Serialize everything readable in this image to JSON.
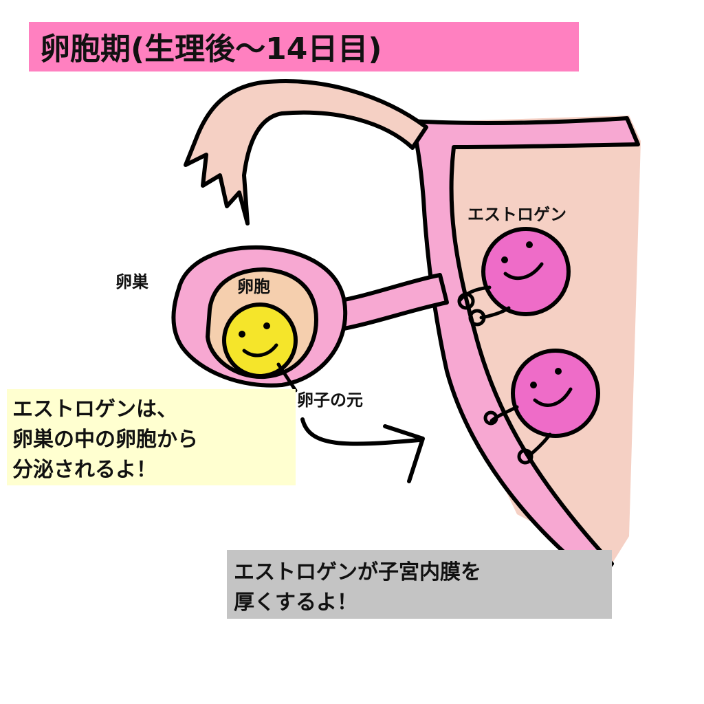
{
  "title": "卵胞期(生理後〜14日目)",
  "labels": {
    "ovary": "卵巣",
    "follicle": "卵胞",
    "egg_origin": "卵子の元",
    "estrogen": "エストロゲン"
  },
  "notes": {
    "left_box": [
      "エストロゲンは、",
      "卵巣の中の卵胞から",
      "分泌されるよ！"
    ],
    "bottom_box": [
      "エストロゲンが子宮内膜を",
      "厚くするよ！"
    ]
  },
  "colors": {
    "title_bg": "#ff80c0",
    "uterus_wall": "#f5d0c4",
    "endometrium": "#f7a8d2",
    "follicle": "#f5cfae",
    "egg": "#f5e52a",
    "estrogen_ball": "#ee6cc8",
    "left_box_bg": "#ffffd0",
    "bottom_box_bg": "#c4c4c4"
  }
}
